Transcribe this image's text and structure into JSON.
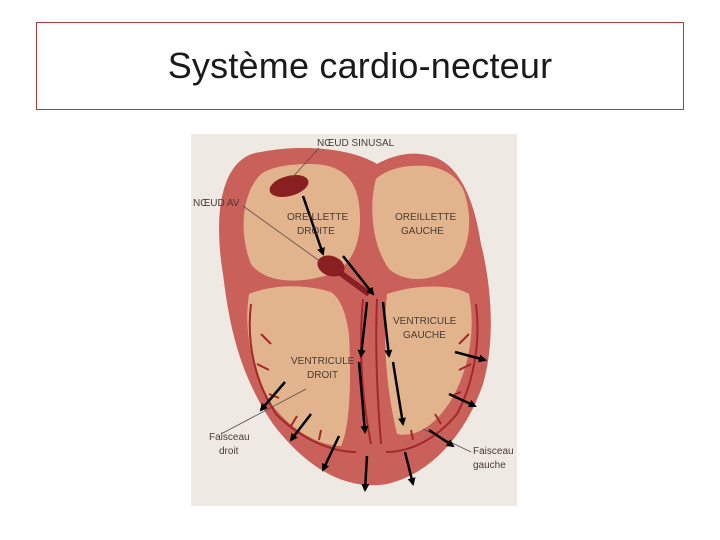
{
  "slide": {
    "title": "Système cardio-necteur"
  },
  "diagram": {
    "labels": {
      "sa_node": "NŒUD SINUSAL",
      "av_node": "NŒUD AV",
      "right_atrium_line1": "OREILLETTE",
      "right_atrium_line2": "DROITE",
      "left_atrium_line1": "OREILLETTE",
      "left_atrium_line2": "GAUCHE",
      "left_ventricle_line1": "VENTRICULE",
      "left_ventricle_line2": "GAUCHE",
      "right_ventricle_line1": "VENTRICULE",
      "right_ventricle_line2": "DROIT",
      "right_bundle_line1": "Faisceau",
      "right_bundle_line2": "droit",
      "left_bundle_line1": "Faisceau",
      "left_bundle_line2": "gauche"
    },
    "colors": {
      "background": "#efe9e4",
      "myocardium": "#c9605a",
      "chamber": "#e2b48e",
      "chamber_shadow": "#c99773",
      "node": "#8a1f22",
      "fibers": "#a3282a",
      "arrows": "#000000",
      "frame_border": "#b03a3a"
    }
  }
}
